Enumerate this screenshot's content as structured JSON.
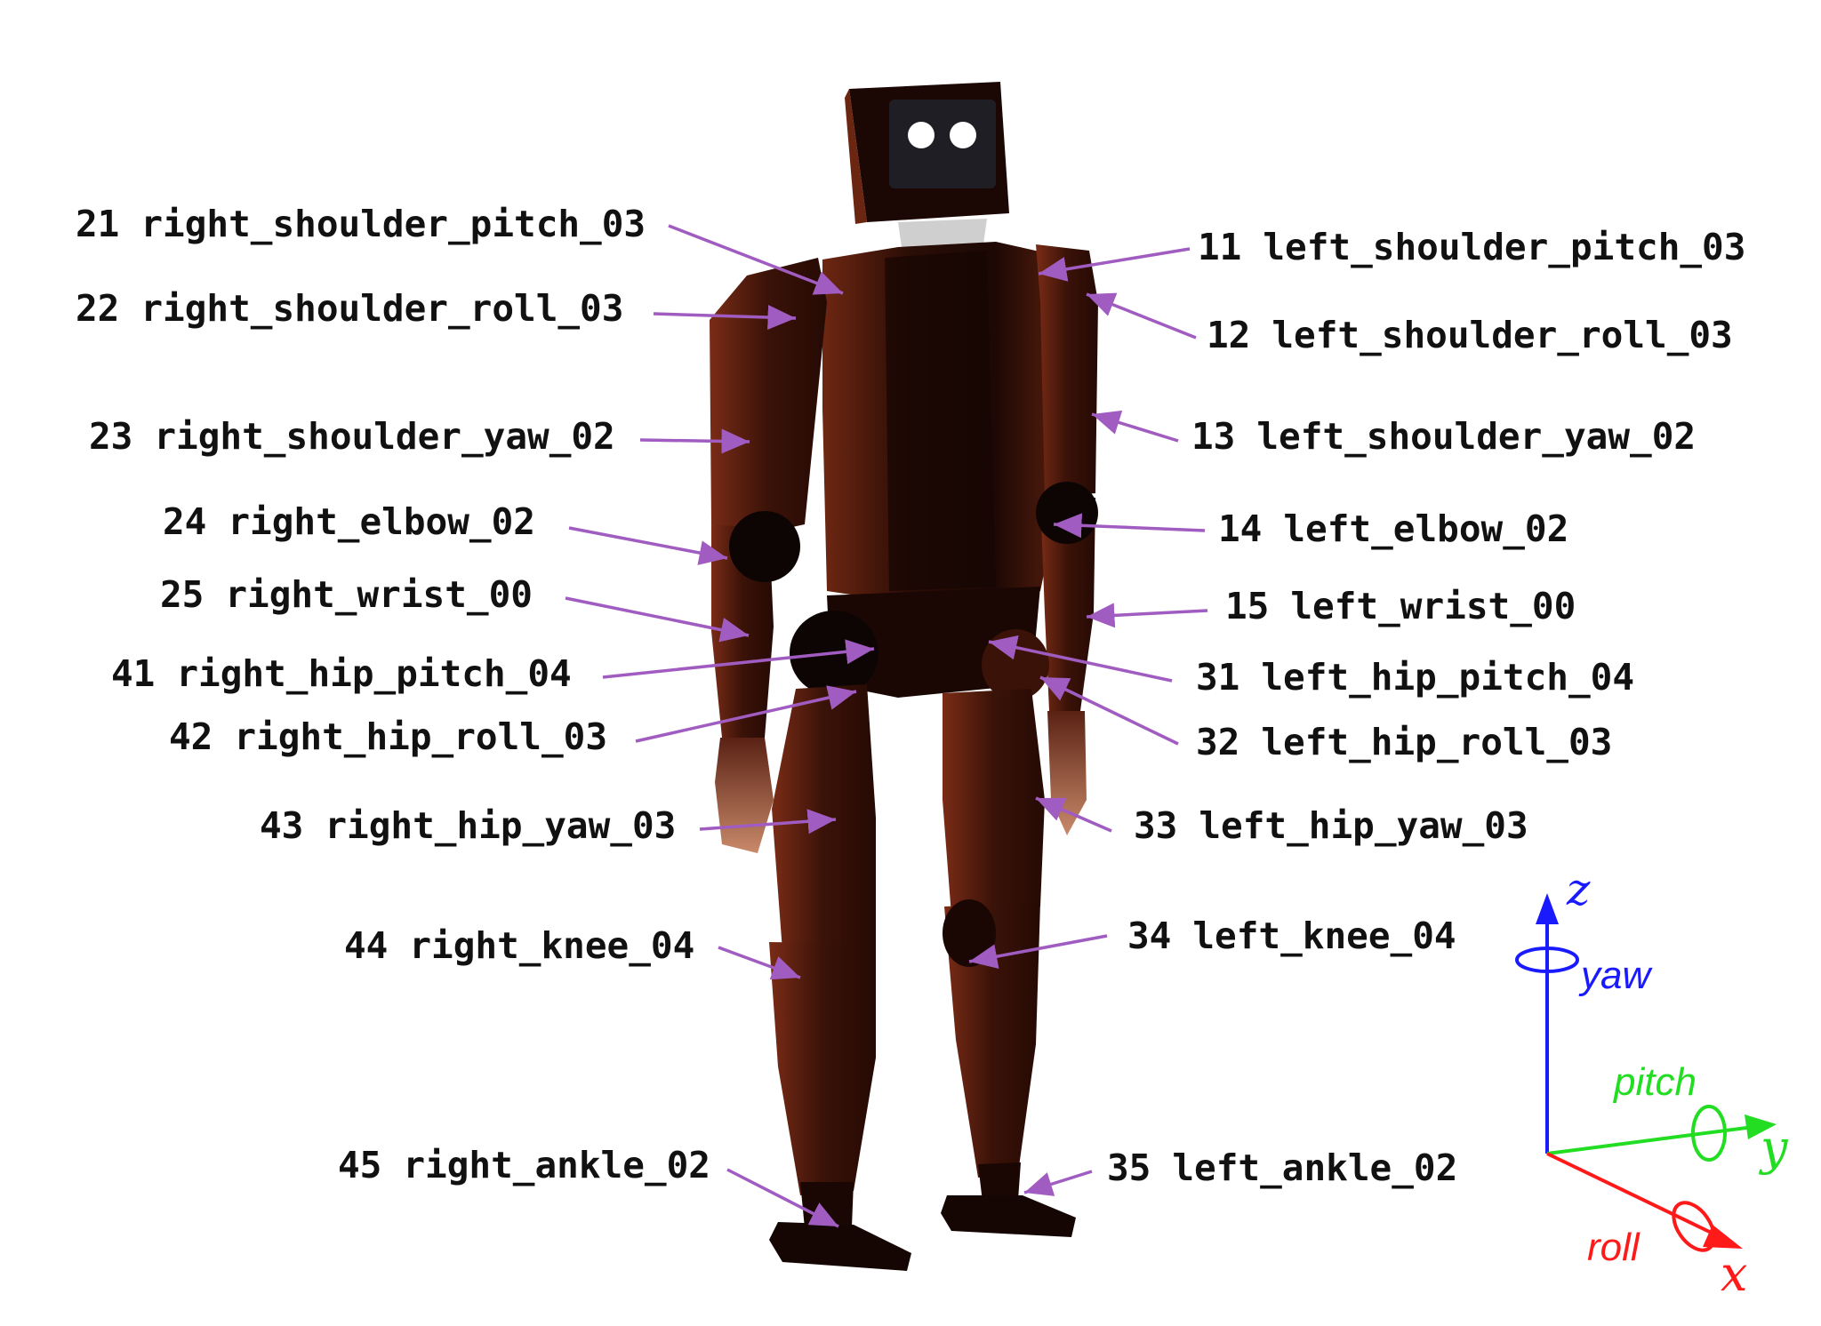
{
  "right_labels": [
    {
      "id": "21",
      "name": "right_shoulder_pitch_03"
    },
    {
      "id": "22",
      "name": "right_shoulder_roll_03"
    },
    {
      "id": "23",
      "name": "right_shoulder_yaw_02"
    },
    {
      "id": "24",
      "name": "right_elbow_02"
    },
    {
      "id": "25",
      "name": "right_wrist_00"
    },
    {
      "id": "41",
      "name": "right_hip_pitch_04"
    },
    {
      "id": "42",
      "name": "right_hip_roll_03"
    },
    {
      "id": "43",
      "name": "right_hip_yaw_03"
    },
    {
      "id": "44",
      "name": "right_knee_04"
    },
    {
      "id": "45",
      "name": "right_ankle_02"
    }
  ],
  "left_labels": [
    {
      "id": "11",
      "name": "left_shoulder_pitch_03"
    },
    {
      "id": "12",
      "name": "left_shoulder_roll_03"
    },
    {
      "id": "13",
      "name": "left_shoulder_yaw_02"
    },
    {
      "id": "14",
      "name": "left_elbow_02"
    },
    {
      "id": "15",
      "name": "left_wrist_00"
    },
    {
      "id": "31",
      "name": "left_hip_pitch_04"
    },
    {
      "id": "32",
      "name": "left_hip_roll_03"
    },
    {
      "id": "33",
      "name": "left_hip_yaw_03"
    },
    {
      "id": "34",
      "name": "left_knee_04"
    },
    {
      "id": "35",
      "name": "left_ankle_02"
    }
  ],
  "axes": {
    "z": "z",
    "y": "y",
    "x": "x",
    "yaw": "yaw",
    "pitch": "pitch",
    "roll": "roll"
  },
  "colors": {
    "robot_body": "#2a0e07",
    "robot_highlight": "#7a2c16",
    "joint": "#0d0504",
    "leader_line": "#a05cc0",
    "z_axis": "#1a1aff",
    "y_axis": "#22dd22",
    "x_axis": "#ff1a1a"
  }
}
